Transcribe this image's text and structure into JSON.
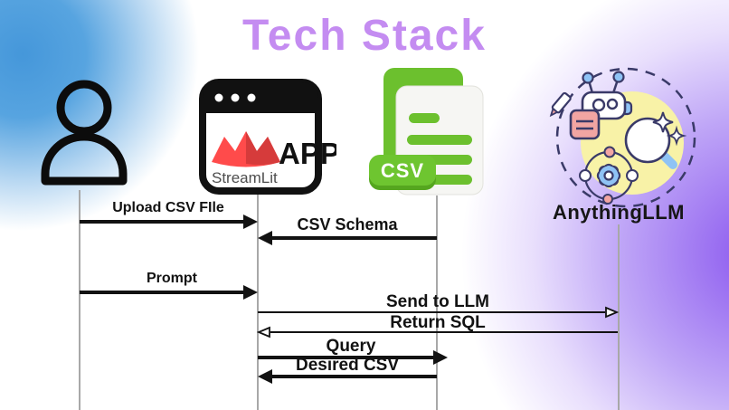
{
  "title": "Tech Stack",
  "actors": {
    "user": {
      "icon": "person-icon"
    },
    "streamlit": {
      "app_label": "APP",
      "name": "StreamLit"
    },
    "csv": {
      "badge": "CSV"
    },
    "anythingllm": {
      "name": "AnythingLLM"
    }
  },
  "messages": [
    {
      "label": "Upload CSV FIle",
      "from": "user",
      "to": "streamlit",
      "arrow": "bold-right"
    },
    {
      "label": "CSV Schema",
      "from": "csv",
      "to": "streamlit",
      "arrow": "bold-left"
    },
    {
      "label": "Prompt",
      "from": "user",
      "to": "streamlit",
      "arrow": "bold-right"
    },
    {
      "label": "Send to LLM",
      "from": "streamlit",
      "to": "anythingllm",
      "arrow": "thin-right-open"
    },
    {
      "label": "Return SQL",
      "from": "anythingllm",
      "to": "streamlit",
      "arrow": "thin-left-open"
    },
    {
      "label": "Query",
      "from": "streamlit",
      "to": "csv",
      "arrow": "bold-right"
    },
    {
      "label": "Desired CSV",
      "from": "csv",
      "to": "streamlit",
      "arrow": "bold-left"
    }
  ],
  "colors": {
    "title": "#c48cf1",
    "blob_blue": "#4597da",
    "blob_purple": "#8a5cf0",
    "streamlit_red": "#ff4b4b",
    "csv_green": "#6cc02e",
    "lifeline": "#a8a8a8",
    "arrow": "#121212"
  }
}
